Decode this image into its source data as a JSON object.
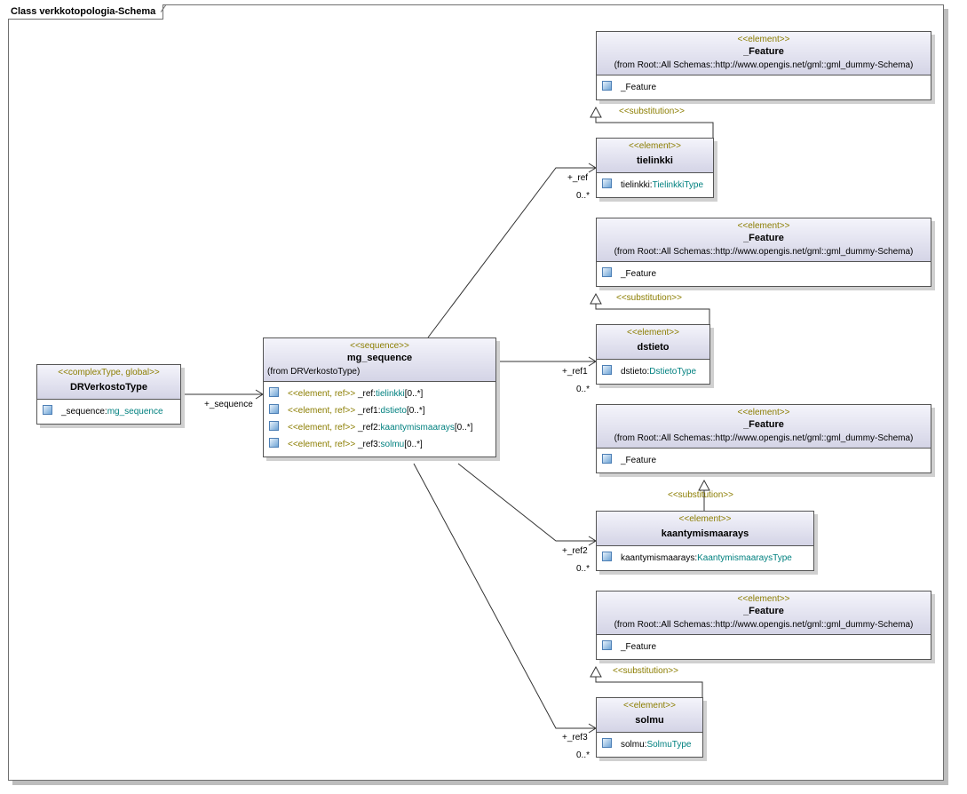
{
  "diagram": {
    "title": "Class verkkotopologia-Schema"
  },
  "feature": {
    "stereotype": "<<element>>",
    "name": "_Feature",
    "from": "(from Root::All Schemas::http://www.opengis.net/gml::gml_dummy-Schema)",
    "attr": "_Feature"
  },
  "drverkosto": {
    "stereotype": "<<complexType, global>>",
    "name": "DRVerkostoType",
    "attr_name": "_sequence:",
    "attr_type": "mg_sequence"
  },
  "mg_sequence": {
    "stereotype": "<<sequence>>",
    "name": "mg_sequence",
    "from": "(from DRVerkostoType)",
    "attrs": [
      {
        "st": "<<element, ref>>",
        "name": " _ref:",
        "type": "tielinkki",
        "mult": "[0..*]"
      },
      {
        "st": "<<element, ref>>",
        "name": " _ref1:",
        "type": "dstieto",
        "mult": "[0..*]"
      },
      {
        "st": "<<element, ref>>",
        "name": " _ref2:",
        "type": "kaantymismaarays",
        "mult": "[0..*]"
      },
      {
        "st": "<<element, ref>>",
        "name": " _ref3:",
        "type": "solmu",
        "mult": "[0..*]"
      }
    ]
  },
  "tielinkki": {
    "stereotype": "<<element>>",
    "name": "tielinkki",
    "attr_name": "tielinkki:",
    "attr_type": "TielinkkiType"
  },
  "dstieto": {
    "stereotype": "<<element>>",
    "name": "dstieto",
    "attr_name": "dstieto:",
    "attr_type": "DstietoType"
  },
  "kaantymismaarays": {
    "stereotype": "<<element>>",
    "name": "kaantymismaarays",
    "attr_name": "kaantymismaarays:",
    "attr_type": "KaantymismaaraysType"
  },
  "solmu": {
    "stereotype": "<<element>>",
    "name": "solmu",
    "attr_name": "solmu:",
    "attr_type": "SolmuType"
  },
  "labels": {
    "sequence_role": "+_sequence",
    "ref": "+_ref",
    "ref1": "+_ref1",
    "ref2": "+_ref2",
    "ref3": "+_ref3",
    "mult": "0..*",
    "substitution": "<<substitution>>"
  },
  "colors": {
    "stereotype": "#8b7d00",
    "type_link": "#00807f",
    "header_top": "#f4f4fb",
    "header_bottom": "#d4d4e6"
  }
}
